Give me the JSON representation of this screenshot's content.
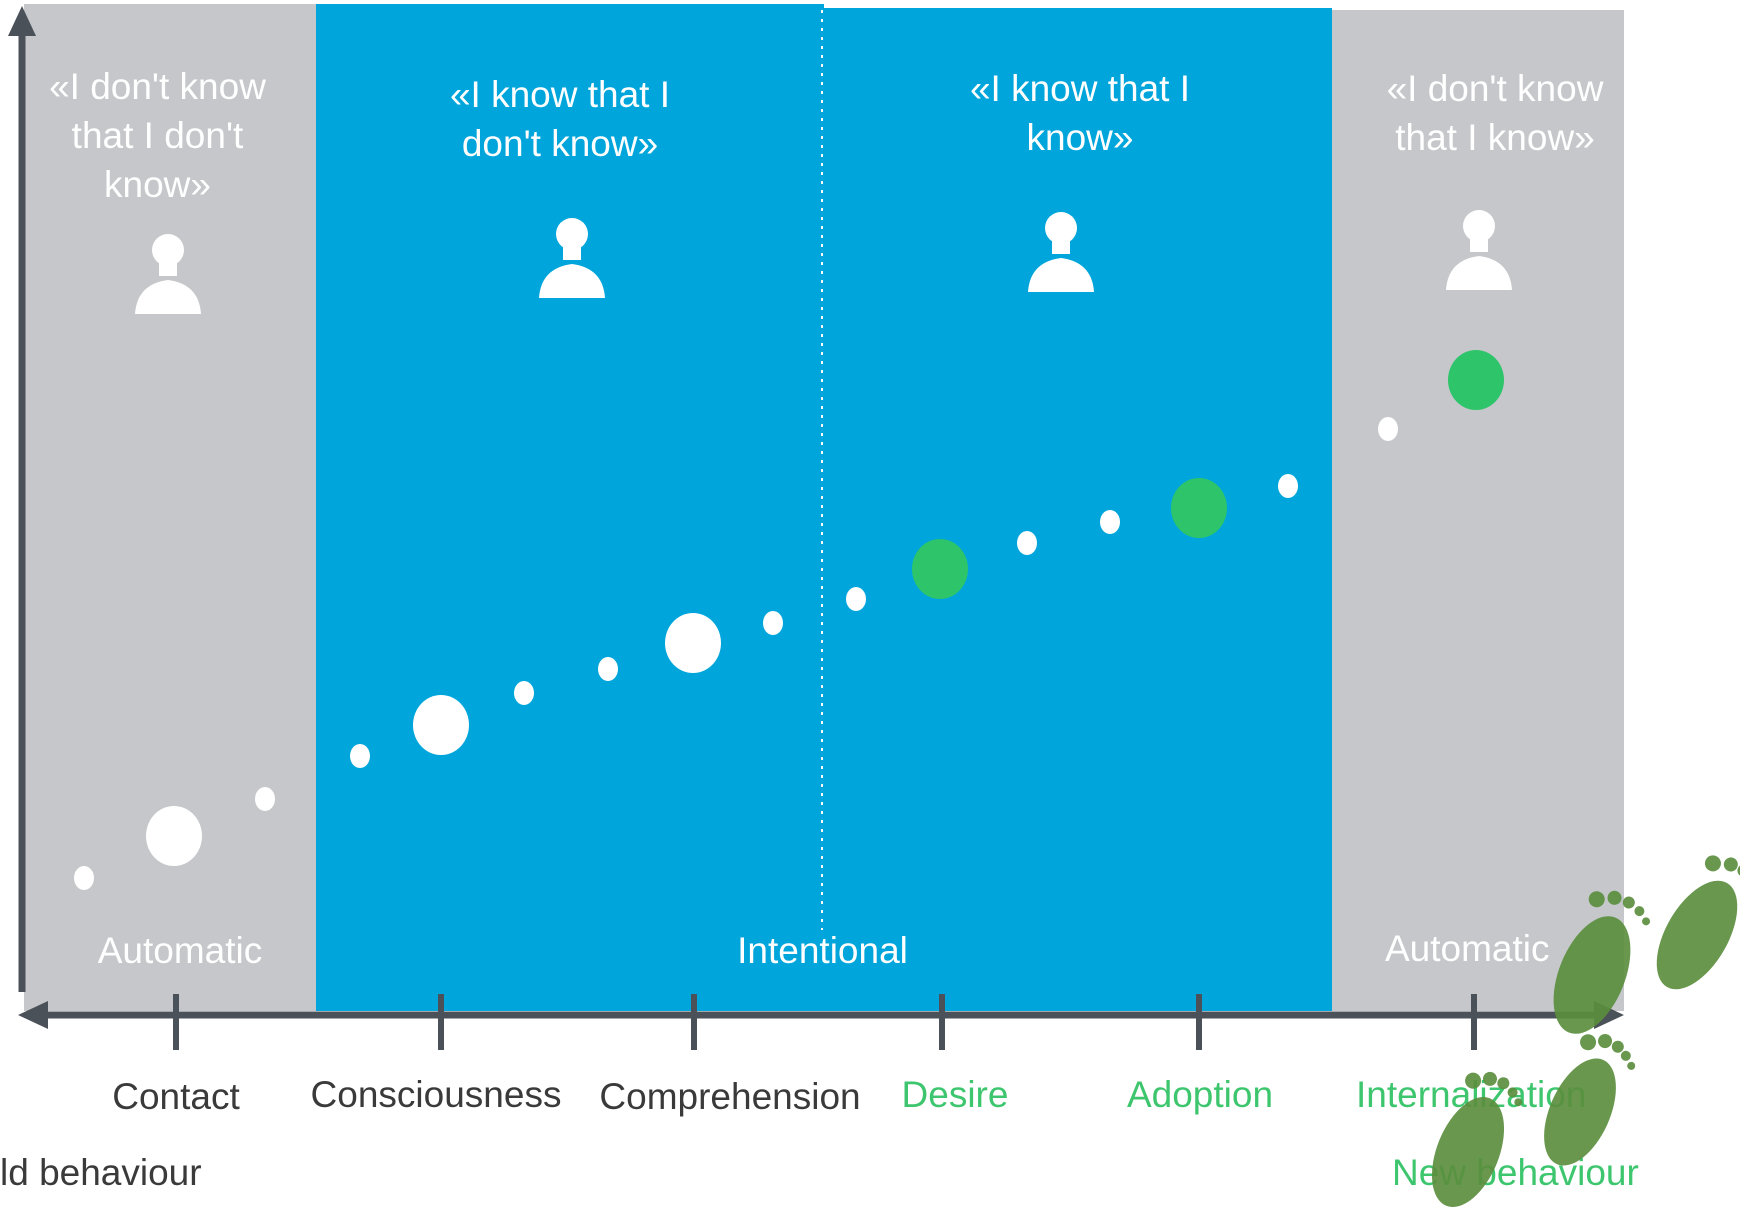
{
  "colors": {
    "gray_zone": "#c5c7ca",
    "blue_zone": "#00a6db",
    "axis": "#4b5158",
    "dot_white": "#ffffff",
    "dot_green": "#2ec46a",
    "footprint": "#5b8e3e"
  },
  "zones": [
    {
      "quote": "«I don't know\nthat I don't\nknow»",
      "icon": "person-icon"
    },
    {
      "quote": "«I know that I\ndon't know»",
      "icon": "person-icon"
    },
    {
      "quote": "«I know that I\nknow»",
      "icon": "person-icon"
    },
    {
      "quote": "«I don't know\nthat I  know»",
      "icon": "person-icon"
    }
  ],
  "modes": {
    "left": "Automatic",
    "center": "Intentional",
    "right": "Automatic"
  },
  "stages": [
    "Contact",
    "Consciousness",
    "Comprehension",
    "Desire",
    "Adoption",
    "Internalization"
  ],
  "footer": {
    "old": "ld behaviour",
    "new": "New behaviour"
  },
  "decor": {
    "footprints": "footprints-icon"
  }
}
